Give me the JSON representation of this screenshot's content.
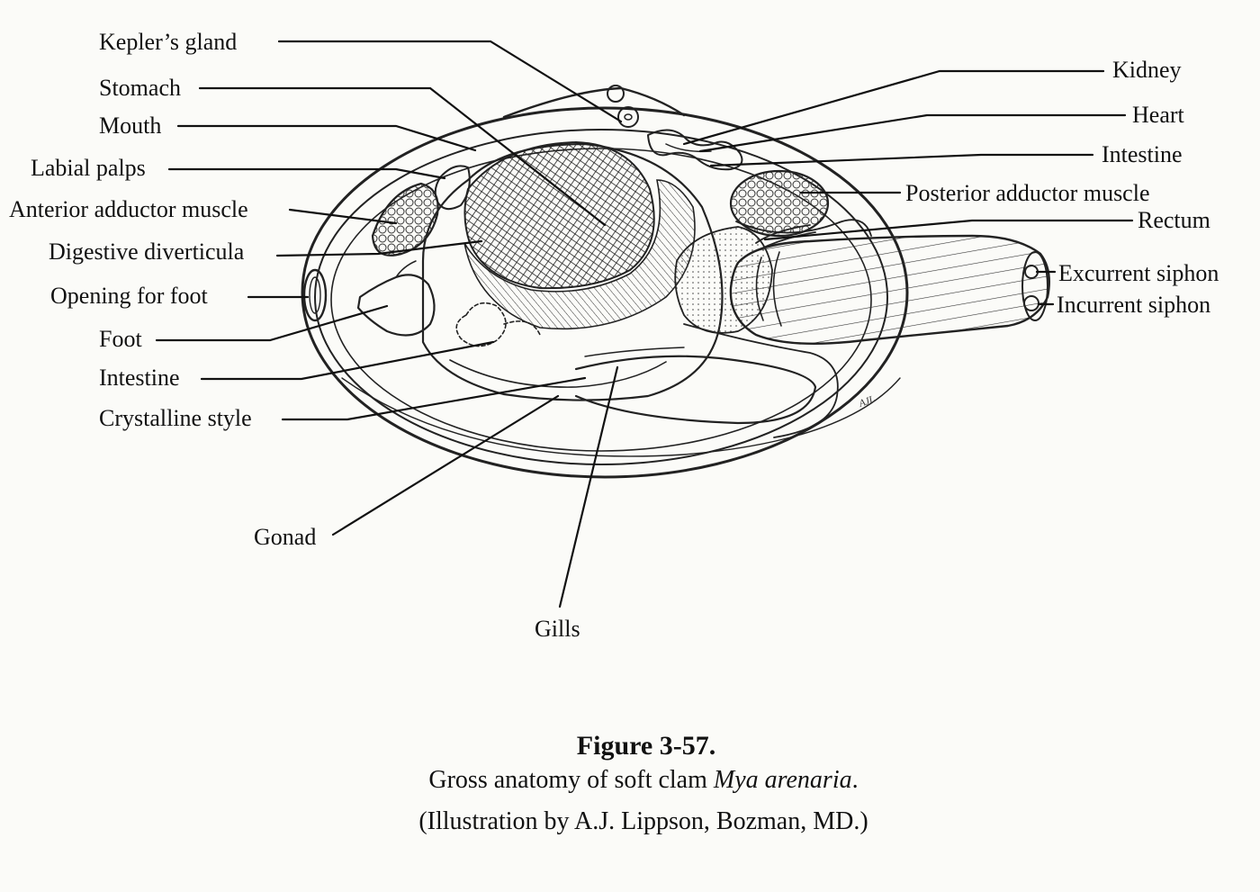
{
  "labels": {
    "keplers_gland": "Kepler’s gland",
    "stomach": "Stomach",
    "mouth": "Mouth",
    "labial_palps": "Labial palps",
    "anterior_adductor": "Anterior adductor muscle",
    "digestive_diverticula": "Digestive diverticula",
    "opening_for_foot": "Opening for foot",
    "foot": "Foot",
    "intestine_left": "Intestine",
    "crystalline_style": "Crystalline style",
    "gonad": "Gonad",
    "gills": "Gills",
    "kidney": "Kidney",
    "heart": "Heart",
    "intestine_right": "Intestine",
    "posterior_adductor": "Posterior adductor muscle",
    "rectum": "Rectum",
    "excurrent_siphon": "Excurrent siphon",
    "incurrent_siphon": "Incurrent siphon"
  },
  "signature": "AJL",
  "caption": {
    "title": "Figure 3-57.",
    "desc_before": "Gross anatomy of soft clam ",
    "desc_species": "Mya arenaria",
    "desc_after": ".",
    "credit": "(Illustration by A.J. Lippson, Bozman, MD.)"
  }
}
